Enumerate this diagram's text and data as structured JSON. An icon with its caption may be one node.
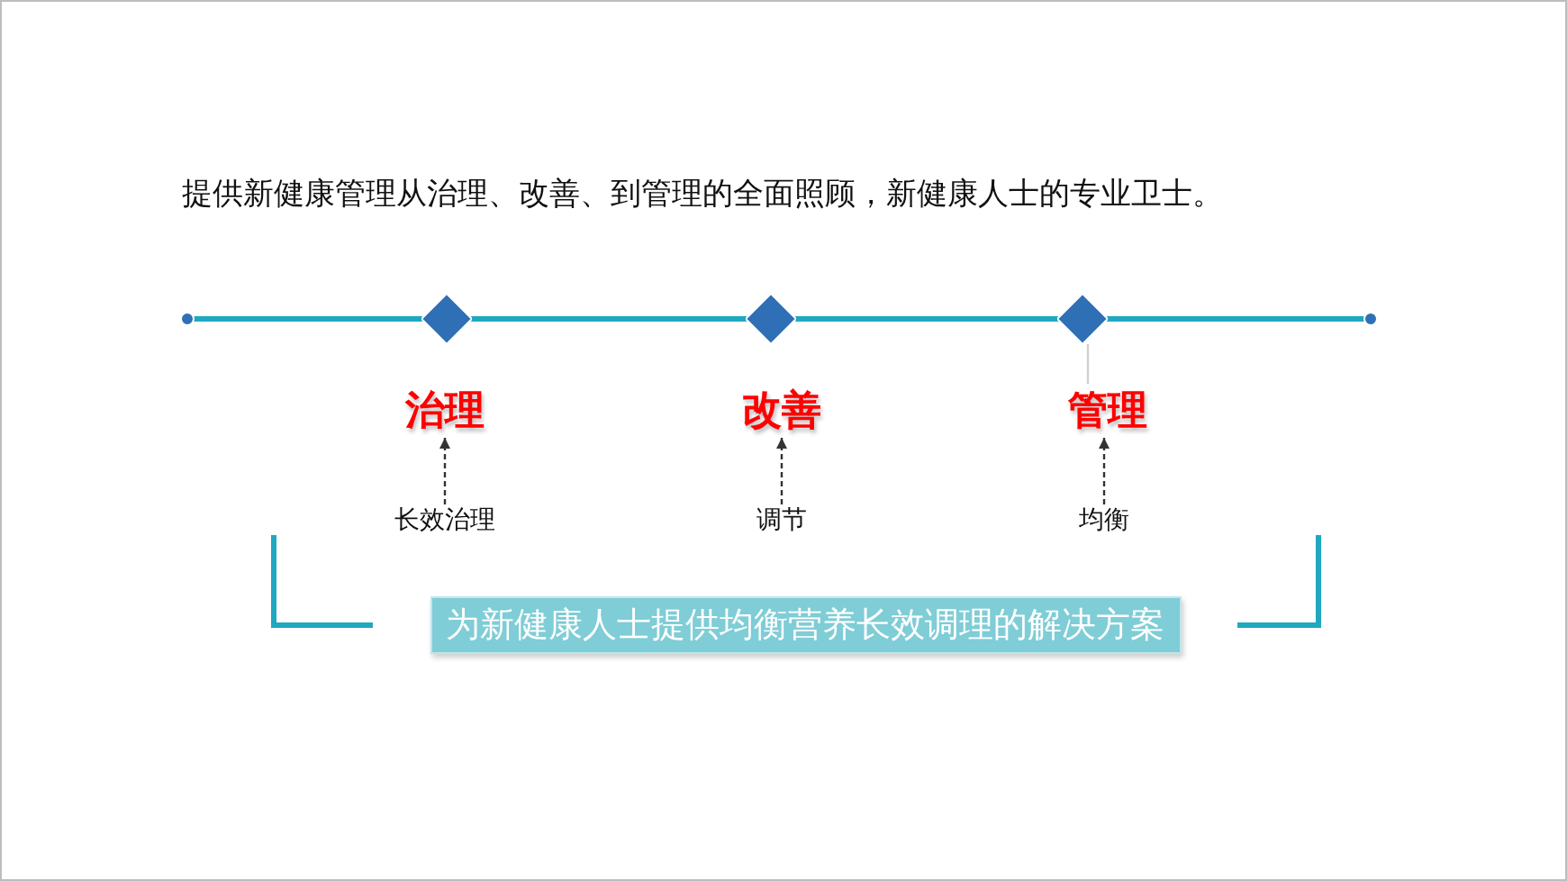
{
  "diagram": {
    "title": "提供新健康管理从治理、改善、到管理的全面照顾，新健康人士的专业卫士。",
    "nodes": [
      {
        "text": [],
        "shape": "diamond"
      },
      {
        "text": [],
        "shape": "diamond"
      },
      {
        "text": [],
        "shape": "diamond"
      },
      {
        "text": [
          "治理"
        ]
      },
      {
        "text": [
          "改善"
        ]
      },
      {
        "text": [
          "管理"
        ]
      },
      {
        "text": [
          "长效治理"
        ]
      },
      {
        "text": [
          "调节"
        ]
      },
      {
        "text": [
          "均衡"
        ]
      },
      {
        "text": [
          "为新健康人士提供均衡营养长效调理的解决方案"
        ]
      }
    ],
    "edges": [
      {
        "from": 6,
        "to": 3,
        "arrow": "to",
        "style": "dashed"
      },
      {
        "from": 7,
        "to": 4,
        "arrow": "to",
        "style": "dashed"
      },
      {
        "from": 8,
        "to": 5,
        "arrow": "to",
        "style": "dashed"
      },
      {
        "from": 2,
        "to": 5,
        "arrow": "none",
        "color": "#d0d0d0"
      }
    ]
  }
}
